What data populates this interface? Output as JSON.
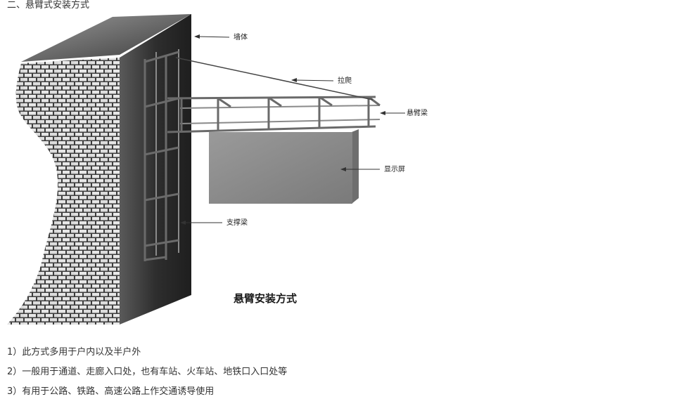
{
  "heading": "二、悬臂式安装方式",
  "figure": {
    "caption": "悬臂安装方式",
    "callouts": {
      "wall": "墙体",
      "tie_rod": "拉爬",
      "cantilever_beam": "悬臂梁",
      "display": "显示屏",
      "support_beam": "支撑梁"
    },
    "colors": {
      "wall_face": "#2a2a2a",
      "wall_side": "#4a4a4a",
      "brick": "#e8e8e8",
      "panel": "#8c8c8c",
      "frame": "#555555"
    }
  },
  "items": [
    {
      "text": "1）此方式多用于户内以及半户外"
    },
    {
      "text": "2）一般用于通道、走廊入口处，也有车站、火车站、地铁口入口处等"
    },
    {
      "text": "3）有用于公路、铁路、高速公路上作交通诱导使用"
    }
  ]
}
